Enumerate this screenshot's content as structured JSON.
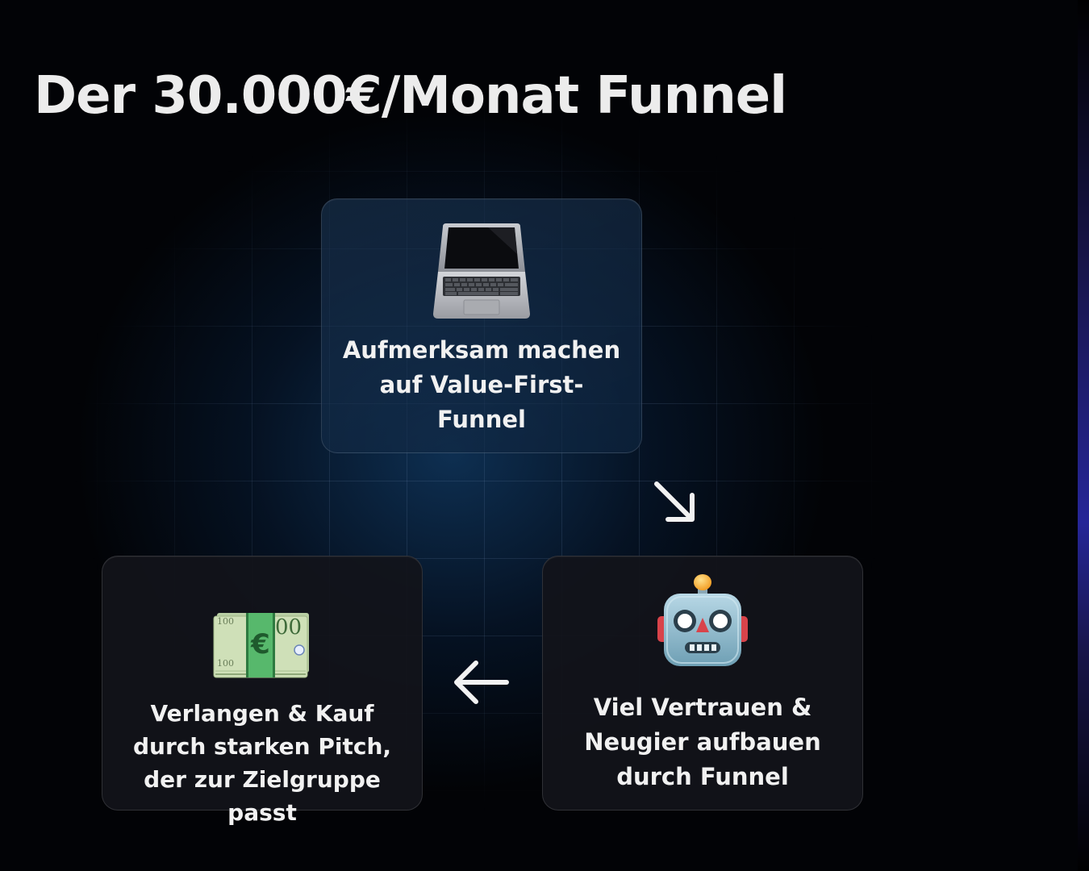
{
  "title": "Der 30.000€/Monat Funnel",
  "steps": [
    {
      "icon": "laptop-icon",
      "text": "Aufmerksam machen auf Value-First-Funnel"
    },
    {
      "icon": "robot-icon",
      "text": "Viel Vertrauen & Neugier aufbauen durch Funnel"
    },
    {
      "icon": "euro-banknote-icon",
      "text": "Verlangen & Kauf durch starken Pitch, der zur Zielgruppe passt"
    }
  ],
  "arrows": [
    "arrow-down-right-icon",
    "arrow-left-icon"
  ],
  "colors": {
    "background": "#020306",
    "text": "#f1f1f1",
    "card_border": "rgba(255,255,255,0.13)"
  }
}
